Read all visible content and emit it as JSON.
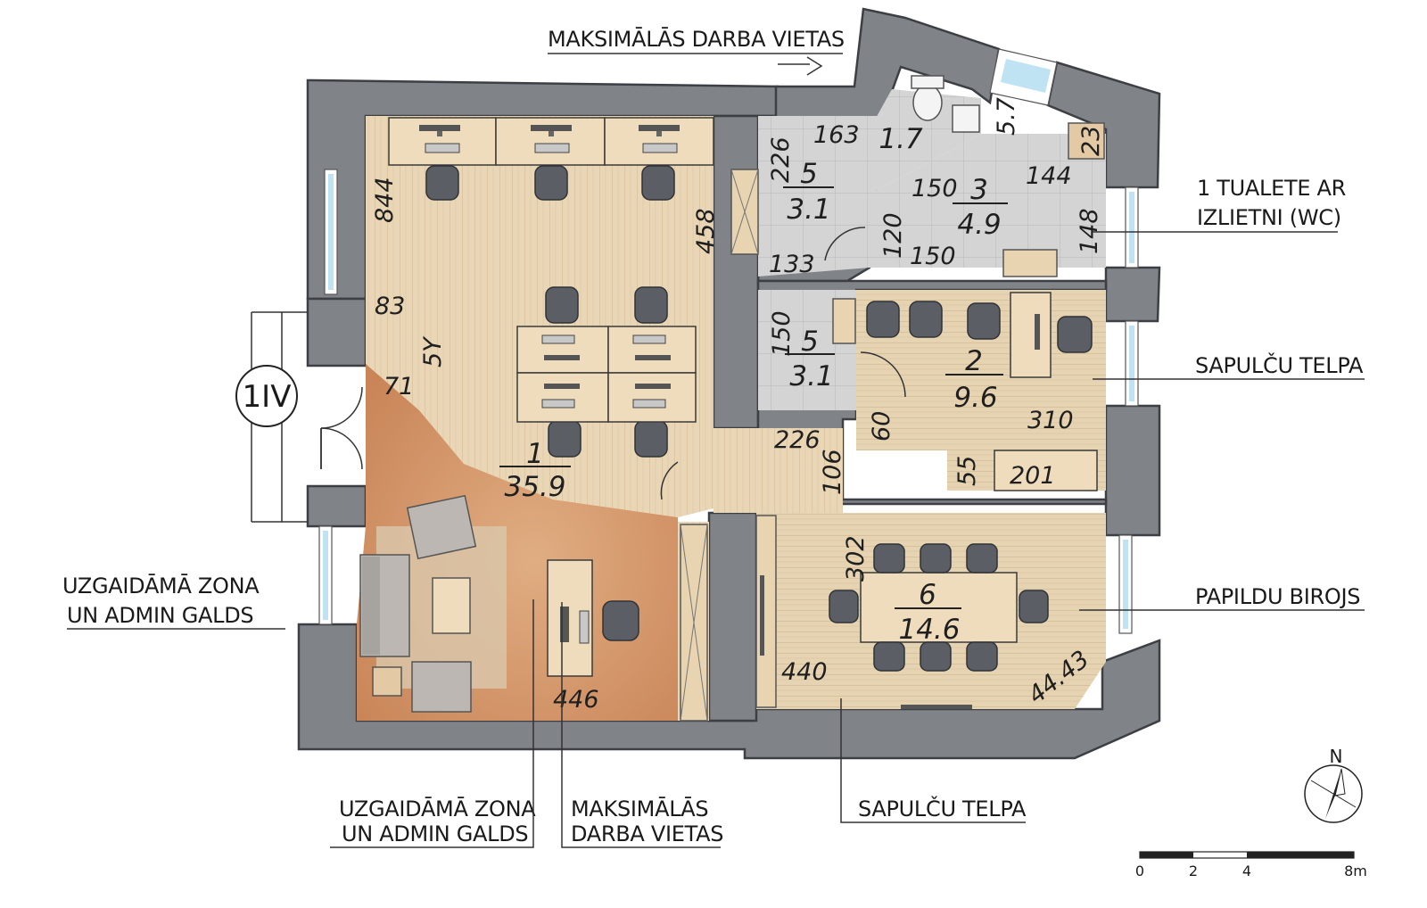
{
  "labels": {
    "top_workplaces": "MAKSIMĀLĀS DARBA VIETAS",
    "wc_line1": "1 TUALETE AR",
    "wc_line2": "IZLIETNI (WC)",
    "meeting_right": "SAPULČU TELPA",
    "extra_office": "PAPILDU BIROJS",
    "waiting_left_line1": "UZGAIDĀMĀ ZONA",
    "waiting_left_line2": "UN ADMIN GALDS",
    "waiting_bottom_line1": "UZGAIDĀMĀ ZONA",
    "waiting_bottom_line2": "UN ADMIN GALDS",
    "workplaces_bottom_line1": "MAKSIMĀLĀS",
    "workplaces_bottom_line2": "DARBA VIETAS",
    "meeting_bottom": "SAPULČU TELPA"
  },
  "axis_marker": "1IV",
  "rooms": [
    {
      "number": "1",
      "area": "35.9"
    },
    {
      "number": "2",
      "area": "9.6"
    },
    {
      "number": "3",
      "area": "4.9"
    },
    {
      "number": "5",
      "area": "3.1"
    },
    {
      "number": "5",
      "area": "3.1"
    },
    {
      "number": "6",
      "area": "14.6"
    },
    {
      "number": "",
      "area": "1.7"
    }
  ],
  "dimensions": {
    "d844": "844",
    "d458": "458",
    "d83": "83",
    "d54": "5Y",
    "d71": "71",
    "d226a": "226",
    "d163": "163",
    "d133": "133",
    "d150a": "150",
    "d120": "120",
    "d150b": "150",
    "d57": "5.7",
    "d144": "144",
    "d23": "23",
    "d148": "148",
    "d150c": "150",
    "d60": "60",
    "d310": "310",
    "d55": "55",
    "d201": "201",
    "d226b": "226",
    "d106": "106",
    "d302": "302",
    "d440": "440",
    "d4443": "44.43",
    "d446": "446"
  },
  "scale_bar": {
    "ticks": [
      "0",
      "2",
      "4",
      "8m"
    ]
  },
  "north": "N",
  "colors": {
    "wall": "#808388",
    "floor_office": "#e9d6b6",
    "floor_waiting": "#d3966a",
    "floor_wet": "#d2d2d2",
    "window": "#bfe3f2"
  }
}
